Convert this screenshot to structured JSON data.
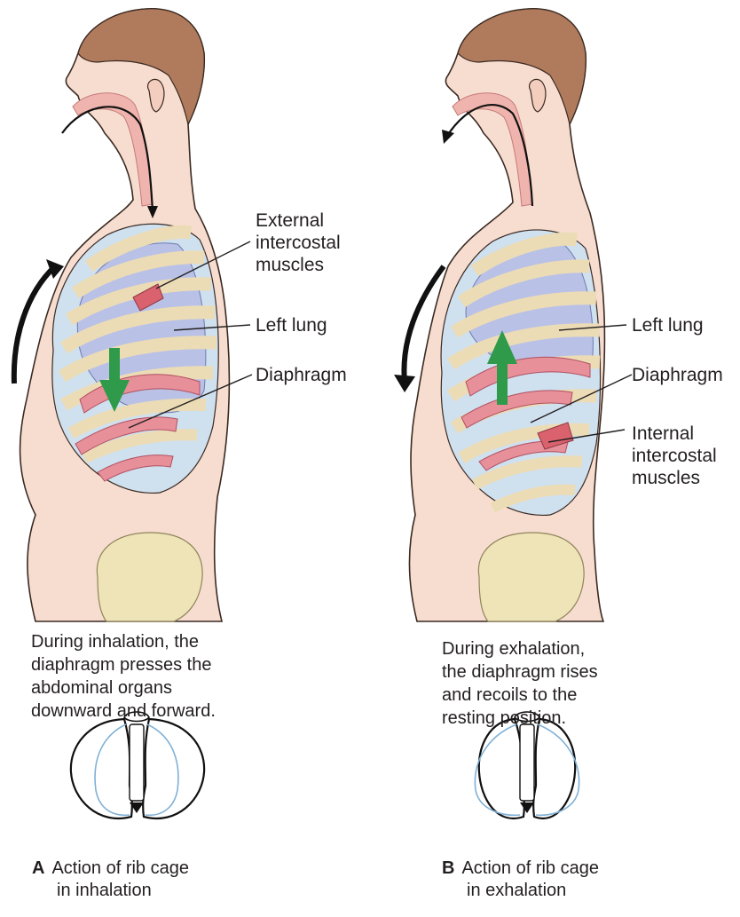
{
  "panels": [
    {
      "letter": "A",
      "title_line1": "Action of rib cage",
      "title_line2": "in inhalation",
      "caption": [
        "During inhalation, the",
        "diaphragm presses the",
        "abdominal organs",
        "downward and forward."
      ],
      "labels": {
        "external_intercostal": [
          "External",
          "intercostal",
          "muscles"
        ],
        "left_lung": "Left lung",
        "diaphragm": "Diaphragm"
      }
    },
    {
      "letter": "B",
      "title_line1": "Action of rib cage",
      "title_line2": "in exhalation",
      "caption": [
        "During exhalation,",
        "the diaphragm rises",
        "and recoils to the",
        "resting position."
      ],
      "labels": {
        "left_lung": "Left lung",
        "diaphragm": "Diaphragm",
        "internal_intercostal": [
          "Internal",
          "intercostal",
          "muscles"
        ]
      }
    }
  ],
  "colors": {
    "skin": "#f7ddd0",
    "skin_outline": "#3a2a22",
    "hair": "#b07a5c",
    "lung": "#b9c1e6",
    "rib": "#ecdcb6",
    "cartilage": "#cfe0ef",
    "muscle": "#e8909a",
    "pelvis": "#efe3b8",
    "arrow_green": "#2e9a4a",
    "arrow_black": "#111111",
    "ribcage_outline_blue": "#7fb1d6"
  }
}
